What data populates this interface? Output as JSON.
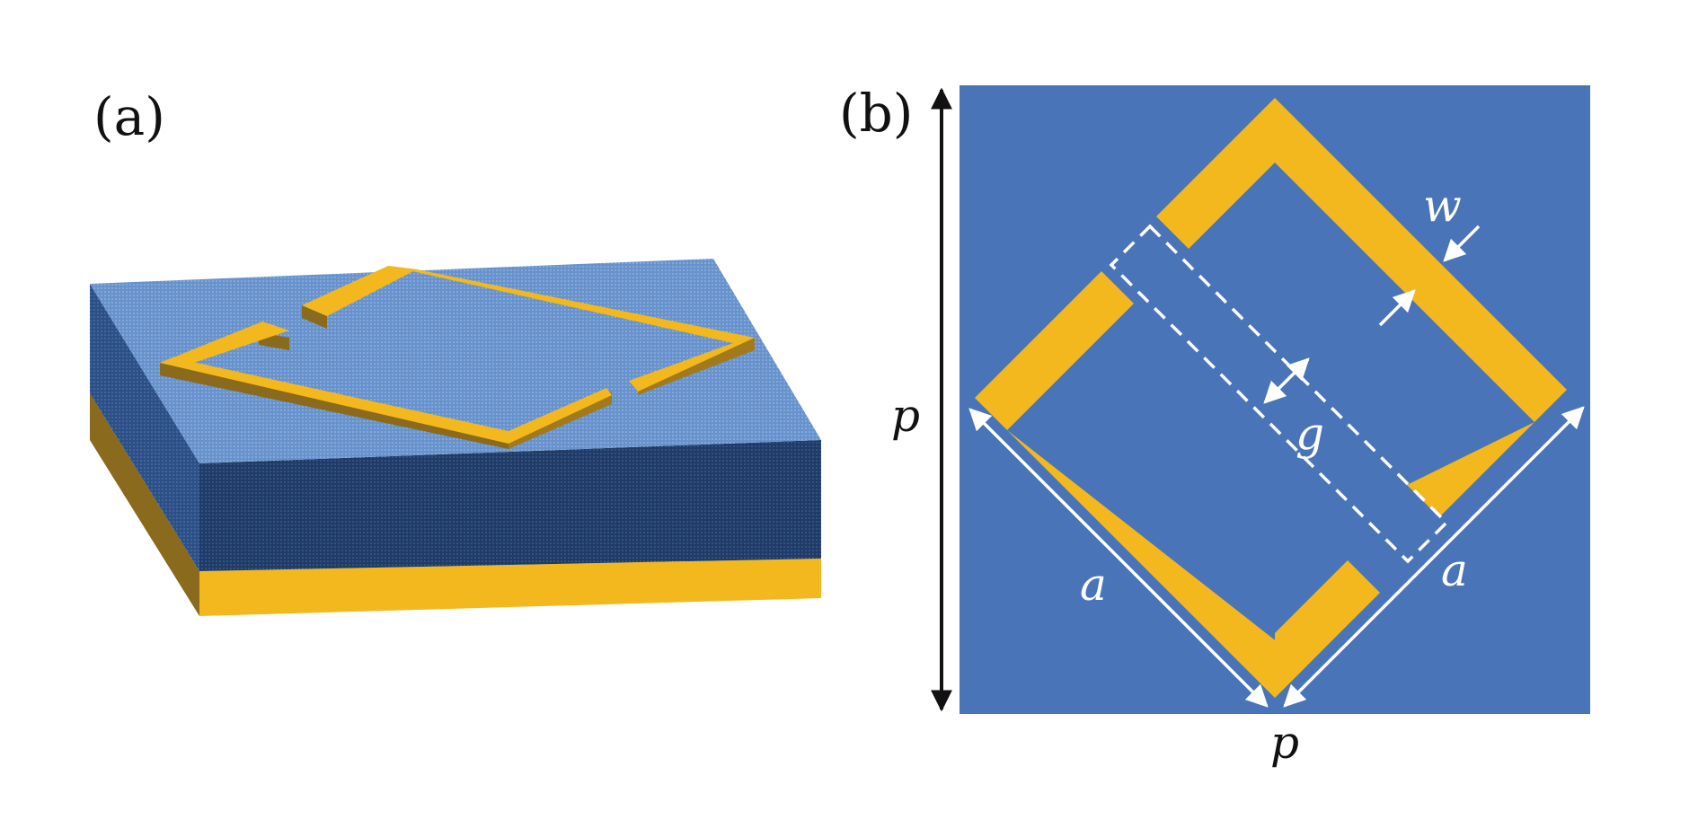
{
  "panels": {
    "a": {
      "label": "(a)"
    },
    "b": {
      "label": "(b)",
      "dims": {
        "p_vertical": "p",
        "p_horizontal": "p",
        "a_left": "a",
        "a_right": "a",
        "w": "w",
        "g": "g"
      }
    }
  },
  "colors": {
    "substrate_top": "#6792cc",
    "substrate_front": "#1f3b66",
    "substrate_side": "#2c4f86",
    "metal_gold": "#f2b81e",
    "metal_gold_dark": "#8a6a1c",
    "metal_gold_side": "#a27a1e",
    "unit_cell": "#4a74b8",
    "annotation_white": "#ffffff",
    "annotation_black": "#111111"
  }
}
